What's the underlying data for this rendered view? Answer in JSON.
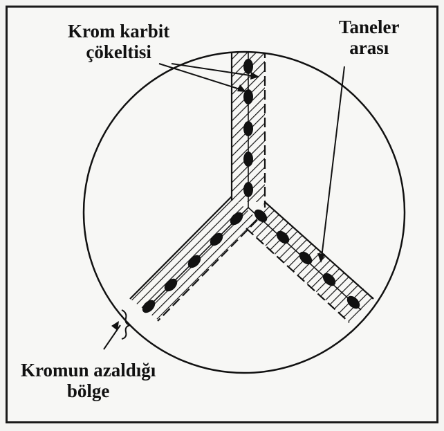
{
  "labels": {
    "carbide": [
      "Krom karbit",
      "çökeltisi"
    ],
    "grain_boundary": [
      "Taneler",
      "arası"
    ],
    "depleted_zone": [
      "Kromun azaldığı",
      "bölge"
    ]
  },
  "colors": {
    "ink": "#111111",
    "paper": "#f7f7f5"
  }
}
